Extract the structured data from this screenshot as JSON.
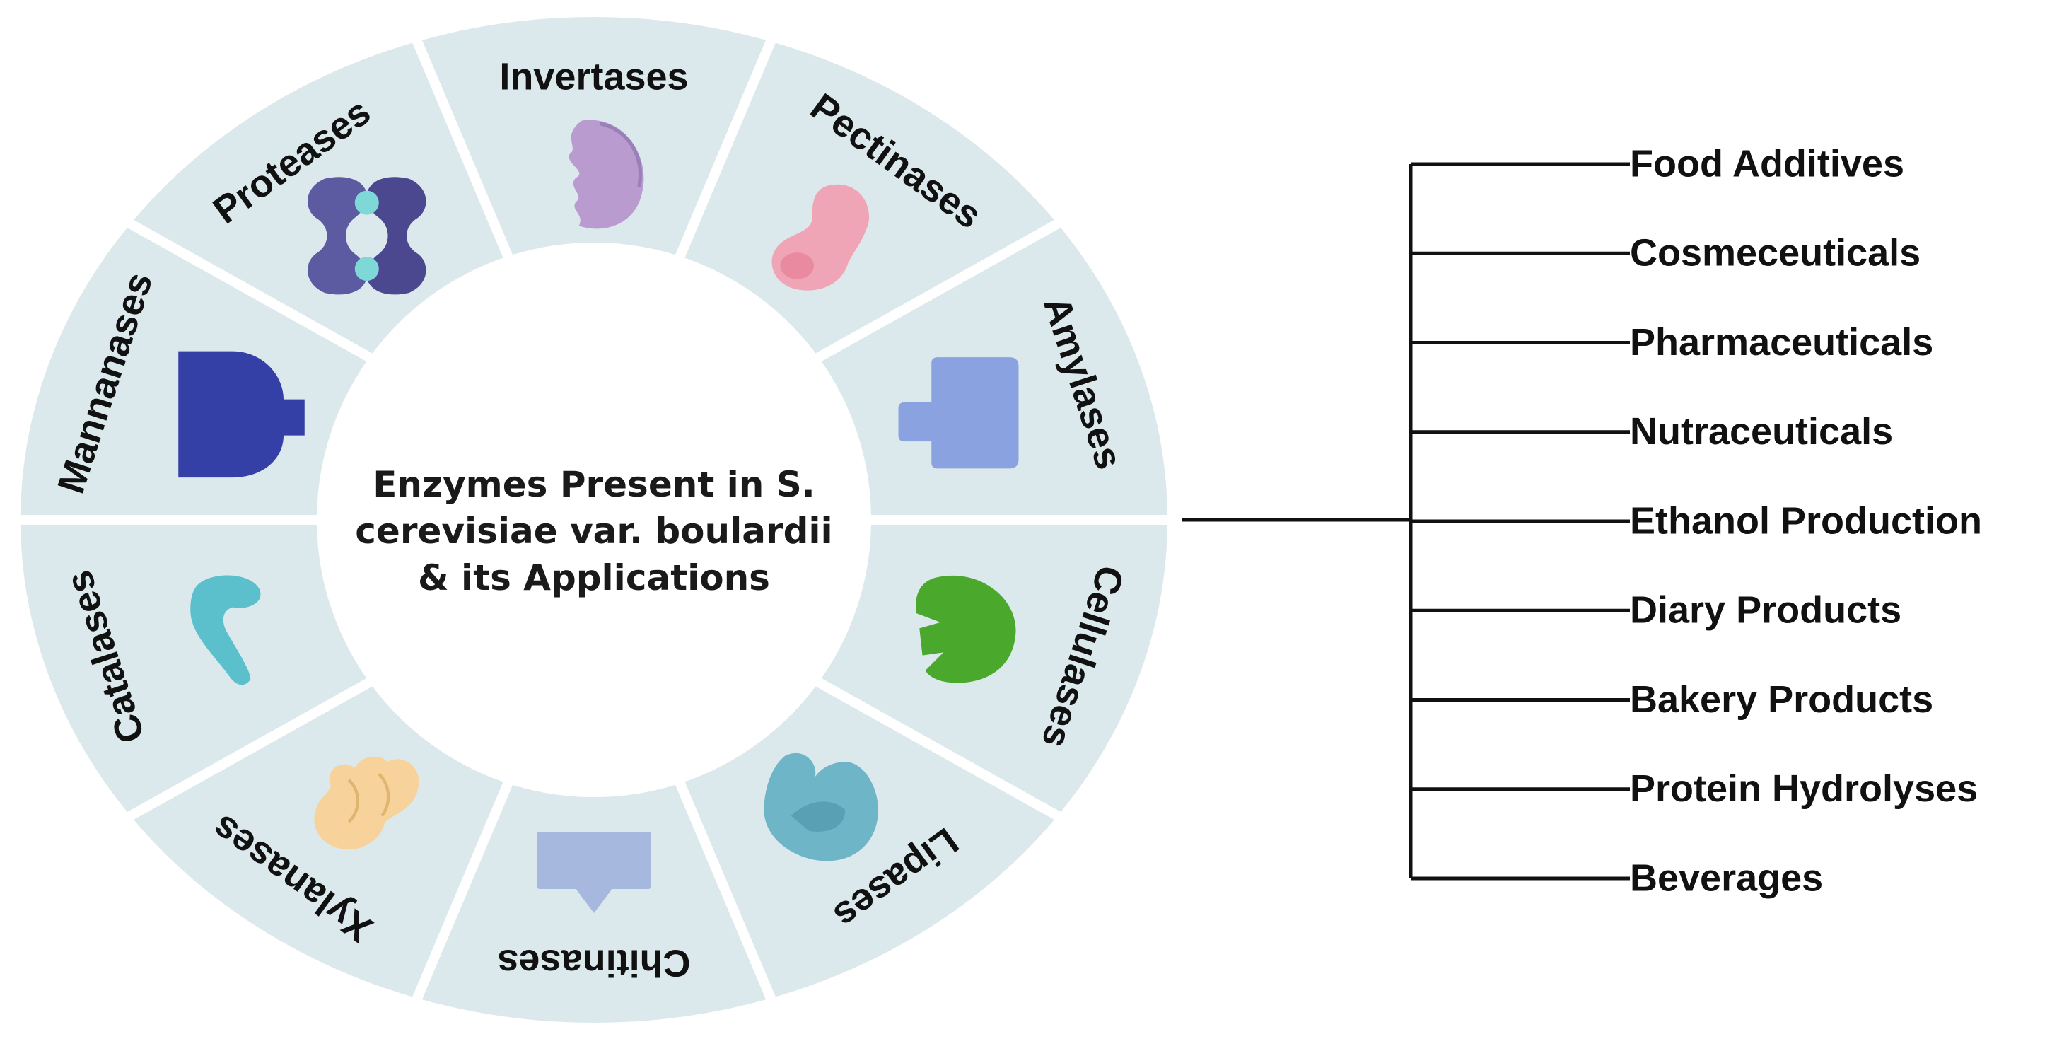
{
  "center": {
    "line1": "Enzymes Present in S.",
    "line2": "cerevisiae var. boulardii",
    "line3": "& its  Applications"
  },
  "enzymes": [
    {
      "label": "Invertases",
      "icon": "invertase-enzyme-icon",
      "color": "#b99bd0"
    },
    {
      "label": "Pectinases",
      "icon": "pectinase-enzyme-icon",
      "color": "#f0a5b6"
    },
    {
      "label": "Amylases",
      "icon": "amylase-enzyme-icon",
      "color": "#8aa2e0"
    },
    {
      "label": "Cellulases",
      "icon": "cellulase-enzyme-icon",
      "color": "#4aa82c"
    },
    {
      "label": "Lipases",
      "icon": "lipase-enzyme-icon",
      "color": "#6fb5c8"
    },
    {
      "label": "Chitinases",
      "icon": "chitinase-enzyme-icon",
      "color": "#a6b8de"
    },
    {
      "label": "Xylanases",
      "icon": "xylanase-enzyme-icon",
      "color": "#f7d29a"
    },
    {
      "label": "Catalases",
      "icon": "catalase-enzyme-icon",
      "color": "#5cc0cc"
    },
    {
      "label": "Mannanases",
      "icon": "mannanase-enzyme-icon",
      "color": "#3440a5"
    },
    {
      "label": "Proteases",
      "icon": "protease-enzyme-icon",
      "color": "#5c5aa0"
    }
  ],
  "applications": [
    "Food Additives",
    "Cosmeceuticals",
    "Pharmaceuticals",
    "Nutraceuticals",
    "Ethanol Production",
    "Diary Products",
    "Bakery Products",
    "Protein Hydrolyses",
    "Beverages"
  ],
  "colors": {
    "segment_fill": "#dce9ec",
    "segment_border": "#ffffff",
    "line": "#111111"
  }
}
